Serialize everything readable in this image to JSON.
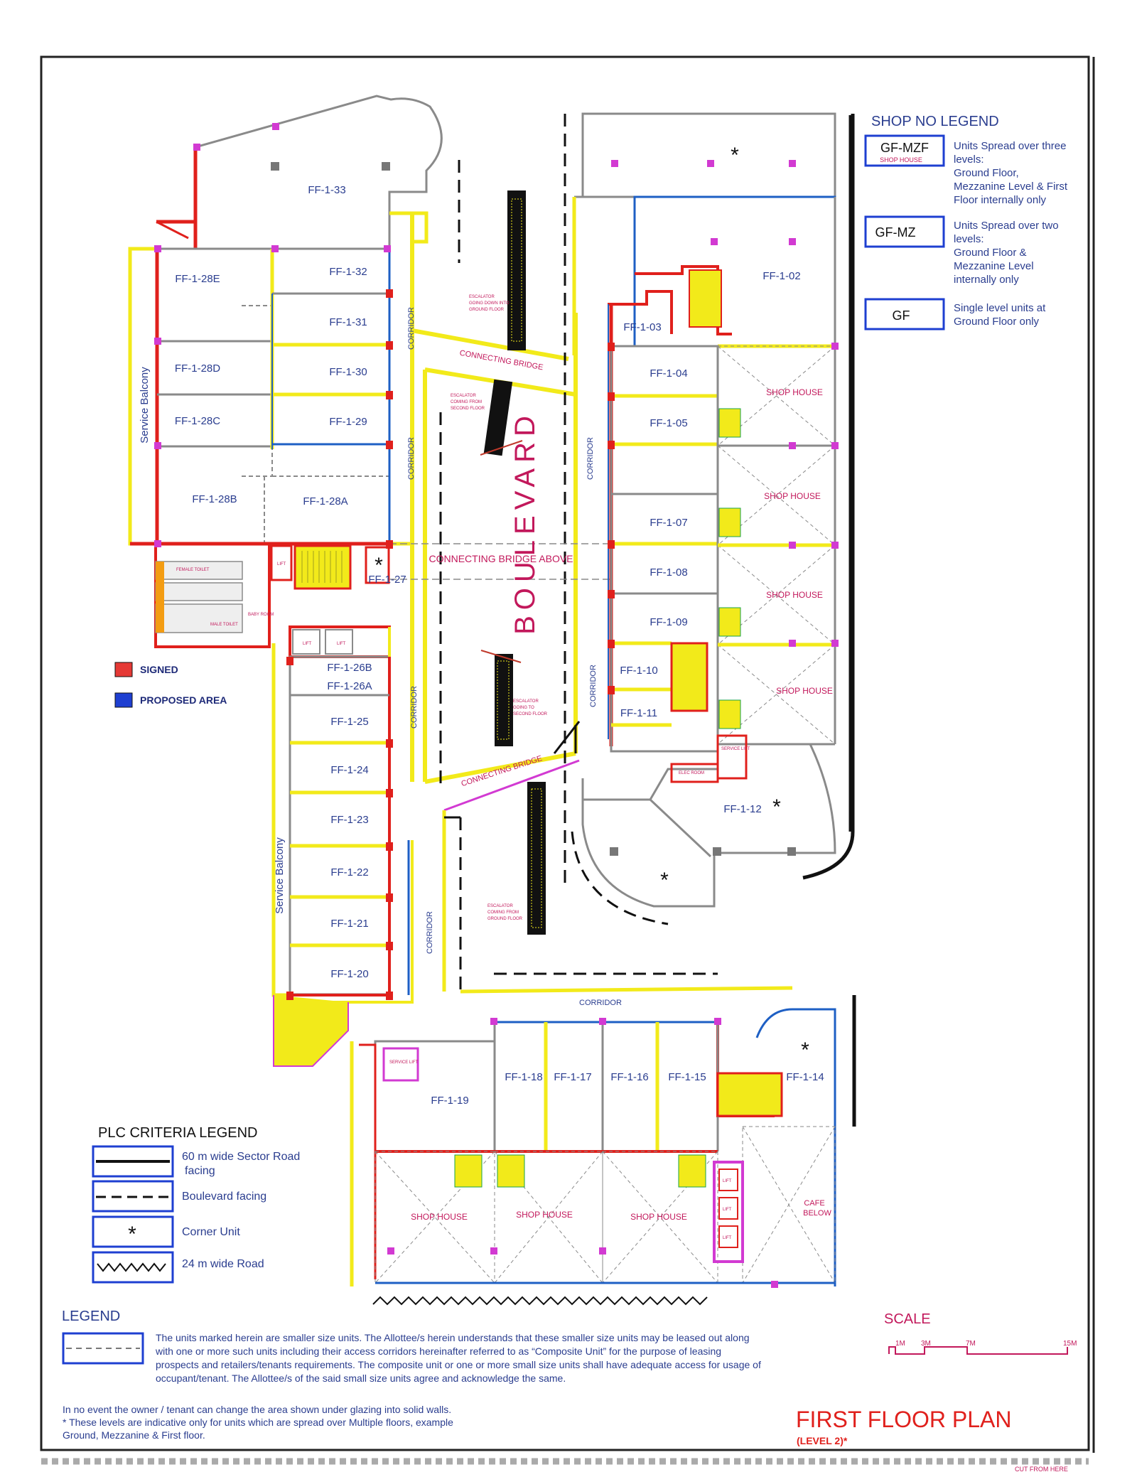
{
  "plan": {
    "title": "FIRST FLOOR PLAN",
    "subtitle": "(LEVEL 2)*",
    "boulevard": "BOULEVARD",
    "cut_note": "CUT FROM HERE"
  },
  "units": {
    "ff_1_33": "FF-1-33",
    "ff_1_32": "FF-1-32",
    "ff_1_31": "FF-1-31",
    "ff_1_30": "FF-1-30",
    "ff_1_29": "FF-1-29",
    "ff_1_28e": "FF-1-28E",
    "ff_1_28d": "FF-1-28D",
    "ff_1_28c": "FF-1-28C",
    "ff_1_28b": "FF-1-28B",
    "ff_1_28a": "FF-1-28A",
    "ff_1_27": "FF-1-27",
    "ff_1_26b": "FF-1-26B",
    "ff_1_26a": "FF-1-26A",
    "ff_1_25": "FF-1-25",
    "ff_1_24": "FF-1-24",
    "ff_1_23": "FF-1-23",
    "ff_1_22": "FF-1-22",
    "ff_1_21": "FF-1-21",
    "ff_1_20": "FF-1-20",
    "ff_1_19": "FF-1-19",
    "ff_1_18": "FF-1-18",
    "ff_1_17": "FF-1-17",
    "ff_1_16": "FF-1-16",
    "ff_1_15": "FF-1-15",
    "ff_1_14": "FF-1-14",
    "ff_1_12": "FF-1-12",
    "ff_1_11": "FF-1-11",
    "ff_1_10": "FF-1-10",
    "ff_1_09": "FF-1-09",
    "ff_1_08": "FF-1-08",
    "ff_1_07": "FF-1-07",
    "ff_1_05": "FF-1-05",
    "ff_1_04": "FF-1-04",
    "ff_1_03": "FF-1-03",
    "ff_1_02": "FF-1-02"
  },
  "labels": {
    "corridor": "CORRIDOR",
    "service_balcony": "Service Balcony",
    "connecting_bridge": "CONNECTING BRIDGE",
    "connecting_bridge_above": "CONNECTING BRIDGE ABOVE",
    "shop_house": "SHOP HOUSE",
    "cafe_line1": "CAFE",
    "cafe_line2": "BELOW",
    "esc_down_ground_1": "ESCALATOR",
    "esc_down_ground_2": "GOING DOWN INTO",
    "esc_down_ground_3": "GROUND FLOOR",
    "esc_from_second_1": "ESCALATOR",
    "esc_from_second_2": "COMING FROM",
    "esc_from_second_3": "SECOND FLOOR",
    "esc_to_second_1": "ESCALATOR",
    "esc_to_second_2": "GOING TO",
    "esc_to_second_3": "SECOND FLOOR",
    "esc_from_ground_1": "ESCALATOR",
    "esc_from_ground_2": "COMING FROM",
    "esc_from_ground_3": "GROUND FLOOR",
    "female_toilet": "FEMALE TOILET",
    "male_toilet": "MALE TOILET",
    "lift": "LIFT",
    "service_lift": "SERVICE LIFT",
    "baby_room": "BABY ROOM",
    "elec_room": "ELEC ROOM",
    "star": "*"
  },
  "status_legend": {
    "signed": "SIGNED",
    "proposed": "PROPOSED AREA",
    "signed_color": "#e53935",
    "proposed_color": "#1e3fd1"
  },
  "shop_legend": {
    "title": "SHOP NO LEGEND",
    "items": [
      {
        "code": "GF-MZF",
        "sub": "SHOP HOUSE",
        "lines": [
          "Units Spread over three",
          "levels:",
          "Ground Floor,",
          "Mezzanine Level & First",
          "Floor internally only"
        ]
      },
      {
        "code": "GF-MZ",
        "sub": "",
        "lines": [
          "Units Spread over two",
          "levels:",
          "Ground Floor &",
          "Mezzanine Level",
          "internally only"
        ]
      },
      {
        "code": "GF",
        "sub": "",
        "lines": [
          "Single level units at",
          "Ground Floor only"
        ]
      }
    ]
  },
  "plc_legend": {
    "title": "PLC CRITERIA LEGEND",
    "items": [
      {
        "line1": "60 m wide Sector Road",
        "line2": "facing"
      },
      {
        "line1": "Boulevard facing",
        "line2": ""
      },
      {
        "line1": "Corner Unit",
        "line2": ""
      },
      {
        "line1": "24 m wide Road",
        "line2": ""
      }
    ]
  },
  "legend": {
    "title": "LEGEND",
    "text": [
      "The units marked herein are smaller size units.  The Allottee/s herein understands that these smaller size units may be leased out along",
      "with one or more such units including their access corridors hereinafter referred to as “Composite Unit” for the purpose of leasing",
      "prospects and retailers/tenants requirements.  The composite unit or one or more small size units shall have adequate access for usage of",
      "occupant/tenant.  The Allottee/s of the said small size units agree and acknowledge the same."
    ]
  },
  "footnotes": [
    "In no event the owner / tenant can change the area shown under glazing into solid walls.",
    "* These levels are indicative only for units which are spread over Multiple floors, example",
    "Ground, Mezzanine & First floor."
  ],
  "scale": {
    "title": "SCALE",
    "ticks": [
      "1M",
      "3M",
      "7M",
      "15M"
    ]
  },
  "colors": {
    "wall_red": "#e0201c",
    "glazing_blue": "#1e5fc4",
    "corridor_yellow": "#f2ea1a",
    "partition_grey": "#8a8a8a",
    "column_magenta": "#d23ad2",
    "text_blue": "#2a3d8f",
    "text_pink": "#c2185b"
  }
}
